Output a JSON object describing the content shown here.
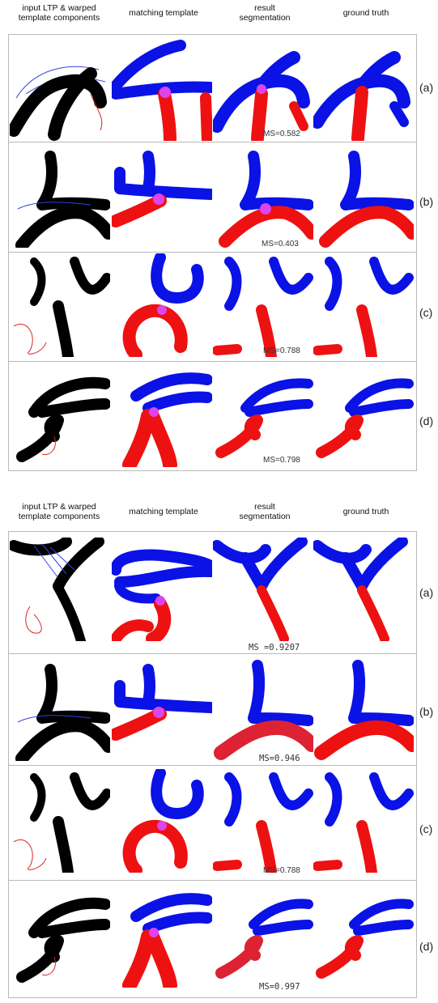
{
  "headers": {
    "input": [
      "input LTP & warped",
      "template components"
    ],
    "template": "matching template",
    "result": [
      "result",
      "segmentation"
    ],
    "gt": "ground truth"
  },
  "top": {
    "rows": [
      {
        "label": "(a)",
        "ms": "MS=0.582"
      },
      {
        "label": "(b)",
        "ms": "MS=0.403"
      },
      {
        "label": "(c)",
        "ms": "MS=0.788"
      },
      {
        "label": "(d)",
        "ms": "MS=0.798"
      }
    ]
  },
  "bottom": {
    "rows": [
      {
        "label": "(a)",
        "ms": "MS =0.9207"
      },
      {
        "label": "(b)",
        "ms": "MS=0.946"
      },
      {
        "label": "(c)",
        "ms": "MS=0.788"
      },
      {
        "label": "(d)",
        "ms": "MS=0.997"
      }
    ]
  },
  "colors": {
    "blue": "#0a12e6",
    "red": "#ee1111",
    "junction": "#dd44ee",
    "ink": "#000000"
  }
}
